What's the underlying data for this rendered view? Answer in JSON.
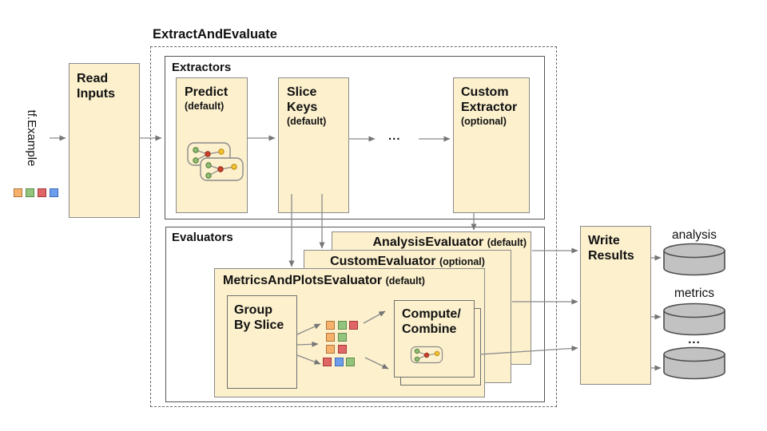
{
  "diagram_title": "ExtractAndEvaluate",
  "input": {
    "label": "tf.Example",
    "squares": [
      "orange",
      "green",
      "red",
      "blue"
    ]
  },
  "read_inputs": {
    "label": "Read\nInputs"
  },
  "extractors": {
    "label": "Extractors",
    "predict": {
      "label": "Predict",
      "sub": "(default)"
    },
    "slice_keys": {
      "label": "Slice\nKeys",
      "sub": "(default)"
    },
    "ellipsis": "...",
    "custom_extractor": {
      "label": "Custom\nExtractor",
      "sub": "(optional)"
    }
  },
  "evaluators": {
    "label": "Evaluators",
    "analysis_evaluator": {
      "label": "AnalysisEvaluator",
      "sub": "(default)"
    },
    "custom_evaluator": {
      "label": "CustomEvaluator",
      "sub": "(optional)"
    },
    "metrics_plots_evaluator": {
      "label": "MetricsAndPlotsEvaluator",
      "sub": "(default)"
    },
    "group_by_slice": {
      "label": "Group\nBy Slice"
    },
    "compute_combine": {
      "label": "Compute/\nCombine"
    },
    "grid_rows": [
      [
        "orange",
        "green",
        "red"
      ],
      [
        "orange",
        "green"
      ],
      [
        "orange",
        "red"
      ],
      [
        "red",
        "blue",
        "green"
      ]
    ]
  },
  "write_results": {
    "label": "Write\nResults"
  },
  "outputs": [
    {
      "label": "analysis"
    },
    {
      "label": "metrics"
    },
    {
      "label": "..."
    }
  ],
  "palette": {
    "orange": {
      "fill": "#F6B26B",
      "border": "#B07438"
    },
    "green": {
      "fill": "#93C47D",
      "border": "#5E8A4A"
    },
    "red": {
      "fill": "#E06666",
      "border": "#A33B3B"
    },
    "blue": {
      "fill": "#6D9EEB",
      "border": "#3E6CB8"
    },
    "box_fill": "#FCF0CD",
    "cylinder_fill": "#C2C2C2"
  }
}
